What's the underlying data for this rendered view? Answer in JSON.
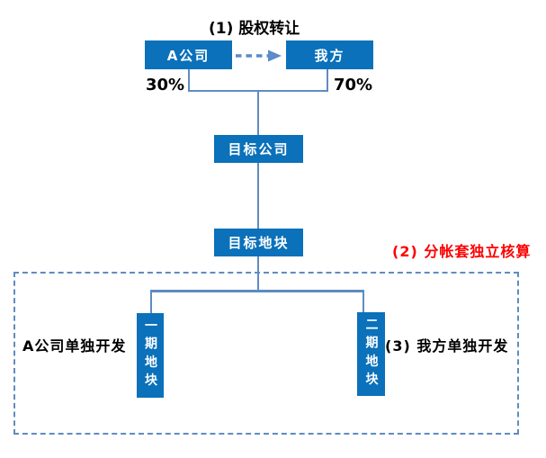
{
  "colors": {
    "box_blue": "#0a71ba",
    "line_blue": "#5f8cc0",
    "arrow_blue": "#5b8bc9",
    "dash_border": "#5f8cc0",
    "red": "#fe0000",
    "text_black": "#000000",
    "white": "#ffffff"
  },
  "top": {
    "step1_label": "(1) 股权转让",
    "company_a": "A公司",
    "our_side": "我方",
    "share_a": "30%",
    "share_ours": "70%",
    "transfer_arrow": "dashed-right-arrow"
  },
  "middle": {
    "target_company": "目标公司",
    "target_land": "目标地块"
  },
  "bottom": {
    "step2_label": "(2) 分帐套独立核算",
    "left_note": "A公司单独开发",
    "right_note": "(3) 我方单独开发",
    "phase1_land": "一期地块",
    "phase2_land": "二期地块"
  }
}
